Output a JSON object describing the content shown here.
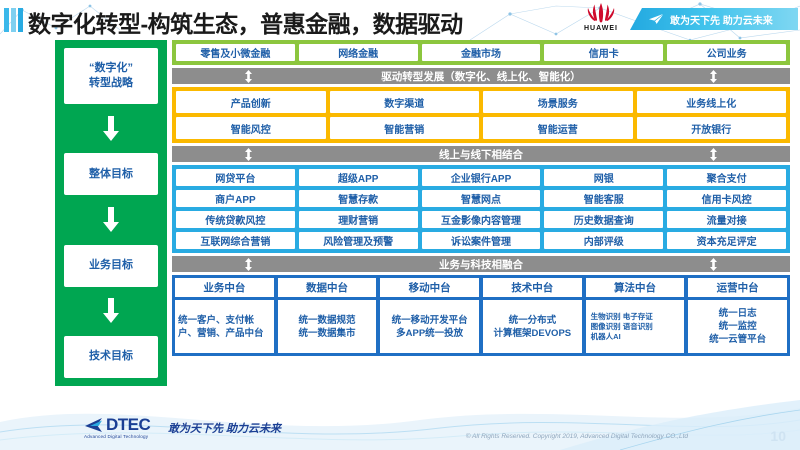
{
  "header": {
    "title": "数字化转型-构筑生态，普惠金融，数据驱动",
    "brand": "HUAWEI",
    "brand_icon": "huawei-flower-logo",
    "banner_icon": "paper-plane-arrow-icon",
    "banner_text": "敢为天下先 助力云未来",
    "accent_blue": "#29abe2",
    "brand_red": "#cf0a2c"
  },
  "rail": {
    "bg_color": "#00a651",
    "items": [
      {
        "label": "“数字化”\n转型战略"
      },
      {
        "label": "整体目标"
      },
      {
        "label": "业务目标"
      },
      {
        "label": "技术目标"
      }
    ],
    "arrow_icon": "down-arrow-icon"
  },
  "sections": {
    "business_lines": {
      "color": "#8cc63e",
      "items": [
        "零售及小微金融",
        "网络金融",
        "金融市场",
        "信用卡",
        "公司业务"
      ]
    },
    "band_drive": {
      "label": "驱动转型发展（数字化、线上化、智能化）",
      "icon": "double-vertical-arrow-icon",
      "color": "#8d8d8d"
    },
    "transformation": {
      "color": "#fbb900",
      "items": [
        "产品创新",
        "数字渠道",
        "场景服务",
        "业务线上化",
        "智能风控",
        "智能营销",
        "智能运营",
        "开放银行"
      ]
    },
    "band_online_offline": {
      "label": "线上与线下相结合",
      "icon": "double-vertical-arrow-icon",
      "color": "#8d8d8d"
    },
    "capabilities": {
      "color": "#29abe2",
      "items": [
        "网贷平台",
        "超级APP",
        "企业银行APP",
        "网银",
        "聚合支付",
        "商户APP",
        "智慧存款",
        "智慧网点",
        "智能客服",
        "信用卡风控",
        "传统贷款风控",
        "理财营销",
        "互金影像内容管理",
        "历史数据查询",
        "流量对接",
        "互联网综合营销",
        "风险管理及预警",
        "诉讼案件管理",
        "内部评级",
        "资本充足评定"
      ]
    },
    "band_tech_fusion": {
      "label": "业务与科技相融合",
      "icon": "double-vertical-arrow-icon",
      "color": "#8d8d8d"
    },
    "platforms": {
      "color": "#1f6fc4",
      "columns": [
        {
          "head": "业务中台",
          "body": "统一客户、支付帐户、营销、产品中台",
          "style": "left"
        },
        {
          "head": "数据中台",
          "body": "统一数据规范\n统一数据集市",
          "style": "center"
        },
        {
          "head": "移动中台",
          "body": "统一移动开发平台\n多APP统一投放",
          "style": "center"
        },
        {
          "head": "技术中台",
          "body": "统一分布式\n计算框架DEVOPS",
          "style": "center"
        },
        {
          "head": "算法中台",
          "body": "生物识别 电子存证\n图像识别 语音识别\n机器人AI",
          "style": "tiny"
        },
        {
          "head": "运营中台",
          "body": "统一日志\n统一监控\n统一云管平台",
          "style": "center"
        }
      ]
    }
  },
  "footer": {
    "logo_icon": "dtec-arrow-logo",
    "logo_word": "DTEC",
    "logo_sub": "Advanced Digital Technology",
    "tagline": "敢为天下先  助力云未来",
    "copyright": "© All Rights Reserved. Copyright 2019, Advanced Digital Technology CO.,Ltd",
    "page_number": "10"
  }
}
